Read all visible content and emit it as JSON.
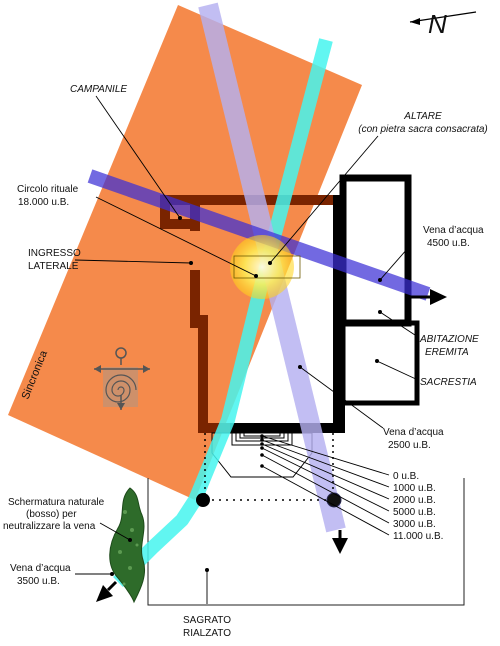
{
  "colors": {
    "sincronica_band": "#f58a4b",
    "cyan_vein": "#45f5ee",
    "blue_vein": "#3c2fd6",
    "lavender_vein": "#b4b0f0",
    "walls": "#000000",
    "old_walls": "#7a2400",
    "circle": "#ffee33",
    "vegetation": "#2e6b2a"
  },
  "north_symbol": "N",
  "labels": {
    "campanile": "CAMPANILE",
    "altare_line1": "ALTARE",
    "altare_line2": "(con pietra sacra consacrata)",
    "circolo_line1": "Circolo rituale",
    "circolo_line2": "18.000 u.B.",
    "ingresso_line1": "INGRESSO",
    "ingresso_line2": "LATERALE",
    "vena4500_line1": "Vena d’acqua",
    "vena4500_line2": "4500 u.B.",
    "abitazione_line1": "ABITAZIONE",
    "abitazione_line2": "EREMITA",
    "sacrestia": "SACRESTIA",
    "vena2500_line1": "Vena d’acqua",
    "vena2500_line2": "2500 u.B.",
    "sincronica": "Sincronica",
    "schermatura_line1": "Schermatura naturale",
    "schermatura_line2": "(bosso) per",
    "schermatura_line3": "neutralizzare la vena",
    "vena3500_line1": "Vena d’acqua",
    "vena3500_line2": "3500 u.B.",
    "sagrato_line1": "SAGRATO",
    "sagrato_line2": "RIALZATO"
  },
  "levels": [
    "0 u.B.",
    "1000 u.B.",
    "2000 u.B.",
    "5000 u.B.",
    "3000 u.B.",
    "11.000 u.B."
  ]
}
